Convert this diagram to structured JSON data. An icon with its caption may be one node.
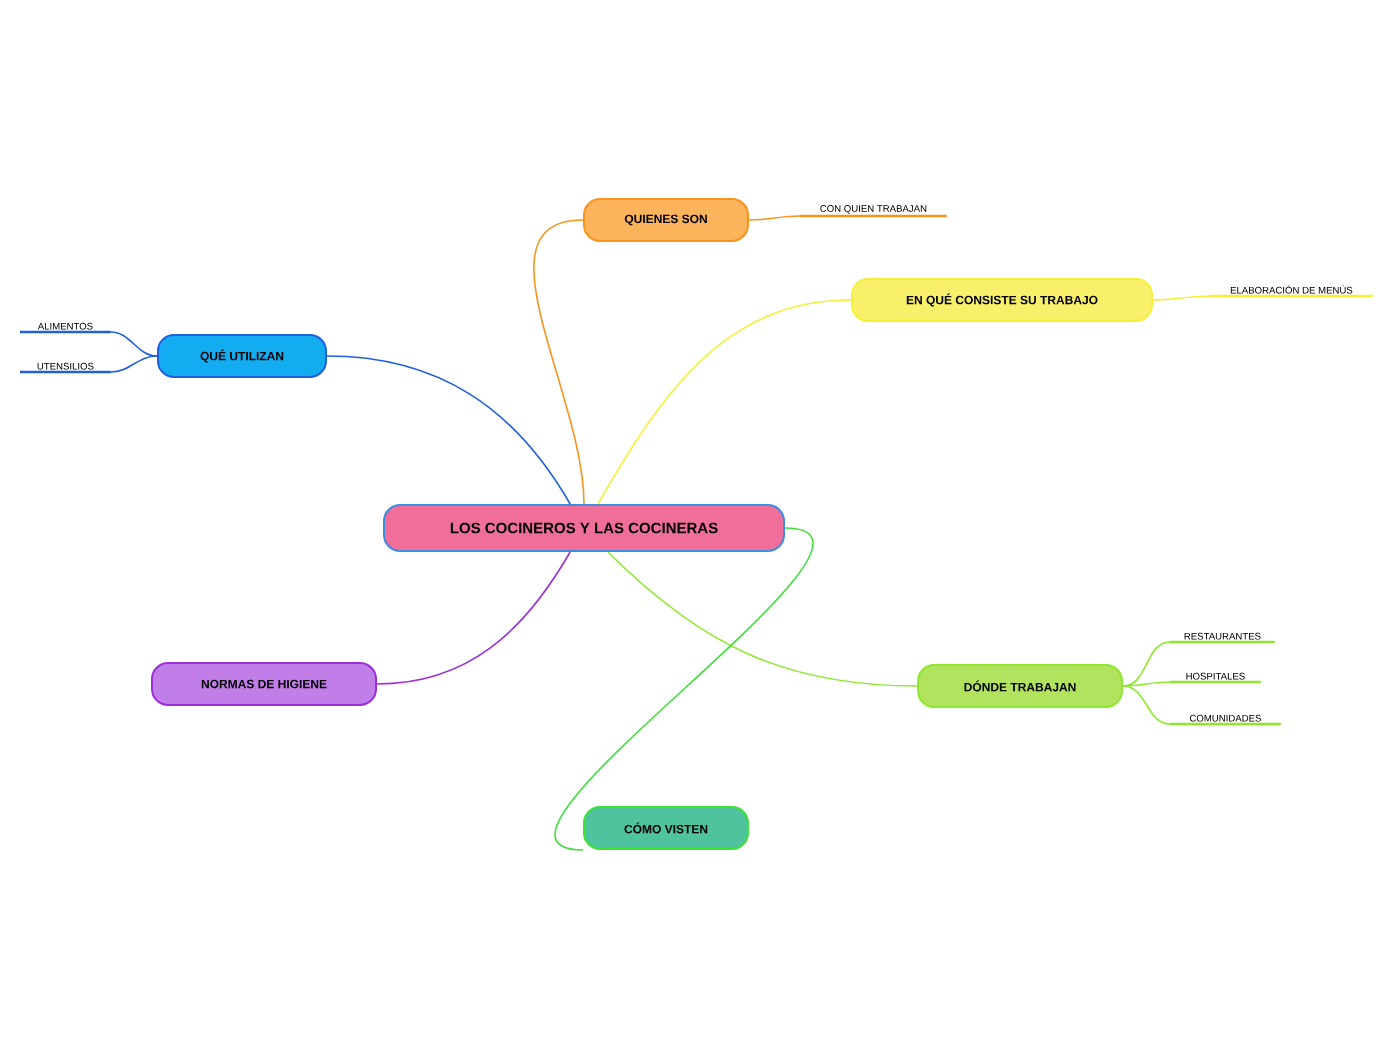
{
  "diagram": {
    "nodes": [
      {
        "text": [
          "LOS COCINEROS Y LAS COCINERAS"
        ]
      },
      {
        "text": [
          "QUIENES SON"
        ]
      },
      {
        "text": [
          "CON QUIEN TRABAJAN"
        ]
      },
      {
        "text": [
          "EN QUÉ CONSISTE SU TRABAJO"
        ]
      },
      {
        "text": [
          "ELABORACIÓN DE MENÚS"
        ]
      },
      {
        "text": [
          "QUÉ UTILIZAN"
        ]
      },
      {
        "text": [
          "ALIMENTOS"
        ]
      },
      {
        "text": [
          "UTENSILIOS"
        ]
      },
      {
        "text": [
          "DÓNDE TRABAJAN"
        ]
      },
      {
        "text": [
          "RESTAURANTES"
        ]
      },
      {
        "text": [
          "HOSPITALES"
        ]
      },
      {
        "text": [
          "COMUNIDADES"
        ]
      },
      {
        "text": [
          "NORMAS DE HIGIENE"
        ]
      },
      {
        "text": [
          "CÓMO VISTEN"
        ]
      }
    ],
    "edges": [
      {
        "from": 0,
        "to": 1,
        "arrow": "none",
        "color": "#f7941d"
      },
      {
        "from": 1,
        "to": 2,
        "arrow": "none",
        "color": "#f7941d"
      },
      {
        "from": 0,
        "to": 3,
        "arrow": "none",
        "color": "#f5f03a"
      },
      {
        "from": 3,
        "to": 4,
        "arrow": "none",
        "color": "#f5f03a"
      },
      {
        "from": 0,
        "to": 5,
        "arrow": "none",
        "color": "#1f5fe0"
      },
      {
        "from": 5,
        "to": 6,
        "arrow": "none",
        "color": "#1f5fe0"
      },
      {
        "from": 5,
        "to": 7,
        "arrow": "none",
        "color": "#1f5fe0"
      },
      {
        "from": 0,
        "to": 8,
        "arrow": "none",
        "color": "#8ee830"
      },
      {
        "from": 8,
        "to": 9,
        "arrow": "none",
        "color": "#8ee830"
      },
      {
        "from": 8,
        "to": 10,
        "arrow": "none",
        "color": "#8ee830"
      },
      {
        "from": 8,
        "to": 11,
        "arrow": "none",
        "color": "#8ee830"
      },
      {
        "from": 0,
        "to": 12,
        "arrow": "none",
        "color": "#9b30d8"
      },
      {
        "from": 0,
        "to": 13,
        "arrow": "none",
        "color": "#3ee03a"
      }
    ]
  }
}
